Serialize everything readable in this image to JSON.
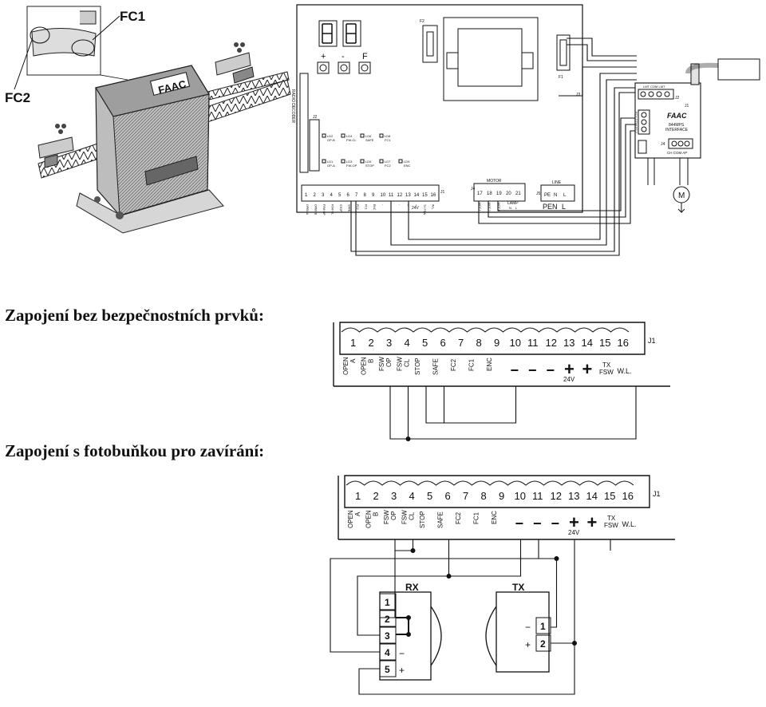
{
  "top": {
    "callouts": {
      "fc1": "FC1",
      "fc2": "FC2"
    },
    "board": {
      "led_keys": [
        "+",
        "-",
        "F"
      ],
      "fuse_f2": "F2",
      "fuse_f1": "F1",
      "radio_decoder": "RADIO DECODER",
      "j2": "J2",
      "leds": [
        {
          "id": "LD2",
          "name": "OP-B"
        },
        {
          "id": "LD4",
          "name": "FW-CL"
        },
        {
          "id": "LD6",
          "name": "SAFE"
        },
        {
          "id": "LD8",
          "name": "FC1"
        },
        {
          "id": "LD1",
          "name": "OP-A"
        },
        {
          "id": "LD3",
          "name": "FW-OP"
        },
        {
          "id": "LD5",
          "name": "STOP"
        },
        {
          "id": "LD7",
          "name": "FC2"
        },
        {
          "id": "LD9",
          "name": "ENC"
        }
      ],
      "j1_terminals": [
        "1",
        "2",
        "3",
        "4",
        "5",
        "6",
        "7",
        "8",
        "9",
        "10",
        "11",
        "12",
        "13",
        "14",
        "15",
        "16"
      ],
      "j1_label": "J1",
      "j1_functions": [
        "OPEN A",
        "OPEN B",
        "FSW OP",
        "FSW CL",
        "STOP",
        "SAFE",
        "FC2",
        "FC1",
        "ENC",
        "-",
        "-",
        "-",
        "+",
        "+",
        "TX FSW",
        "W.L."
      ],
      "j1_sub": "24V",
      "motor_label": "MOTOR",
      "motor_terminals": [
        "17",
        "18",
        "19",
        "20",
        "21"
      ],
      "motor_funcs": [
        "MOT 1",
        "MOT 2",
        "MOT C"
      ],
      "lamp": "LAMP",
      "lamp_funcs": [
        "N",
        "L"
      ],
      "line_label": "LINE",
      "line_terminals": [
        "PE",
        "N",
        "L"
      ],
      "j3": "J3",
      "j4": "J4",
      "j5": "J5"
    },
    "interface": {
      "brand": "FAAC",
      "model": "844MPS",
      "sub": "INTERFACE",
      "j1": "J1",
      "j2": "J2",
      "j3": "J3",
      "j4": "J4",
      "j4_funcs": "CH COM AP",
      "j2_funcs": "LMT COM LMT",
      "j3_funcs": "FC1 COM FC2"
    },
    "motor_symbol": "M"
  },
  "headings": {
    "no_safety": "Zapojení bez bezpečnostních prvků:",
    "with_photocell": "Zapojení s fotobuňkou pro zavírání:"
  },
  "strip": {
    "terminals": [
      "1",
      "2",
      "3",
      "4",
      "5",
      "6",
      "7",
      "8",
      "9",
      "10",
      "11",
      "12",
      "13",
      "14",
      "15",
      "16"
    ],
    "label": "J1",
    "functions": [
      [
        "OPEN",
        "A"
      ],
      [
        "OPEN",
        "B"
      ],
      [
        "FSW",
        "OP"
      ],
      [
        "FSW",
        "CL"
      ],
      [
        "STOP"
      ],
      [
        "SAFE"
      ],
      [
        "FC2"
      ],
      [
        "FC1"
      ],
      [
        "ENC"
      ],
      [
        "−"
      ],
      [
        "−"
      ],
      [
        "−"
      ],
      [
        "+"
      ],
      [
        "+"
      ],
      [
        "TX",
        "FSW"
      ],
      [
        "W.L."
      ]
    ],
    "volt": "24V"
  },
  "photocell": {
    "rx": {
      "title": "RX",
      "terminals": [
        "1",
        "2",
        "3",
        "4",
        "5"
      ],
      "signs": {
        "4": "−",
        "5": "+"
      }
    },
    "tx": {
      "title": "TX",
      "terminals": [
        "1",
        "2"
      ],
      "signs": {
        "1": "−",
        "2": "+"
      }
    }
  }
}
